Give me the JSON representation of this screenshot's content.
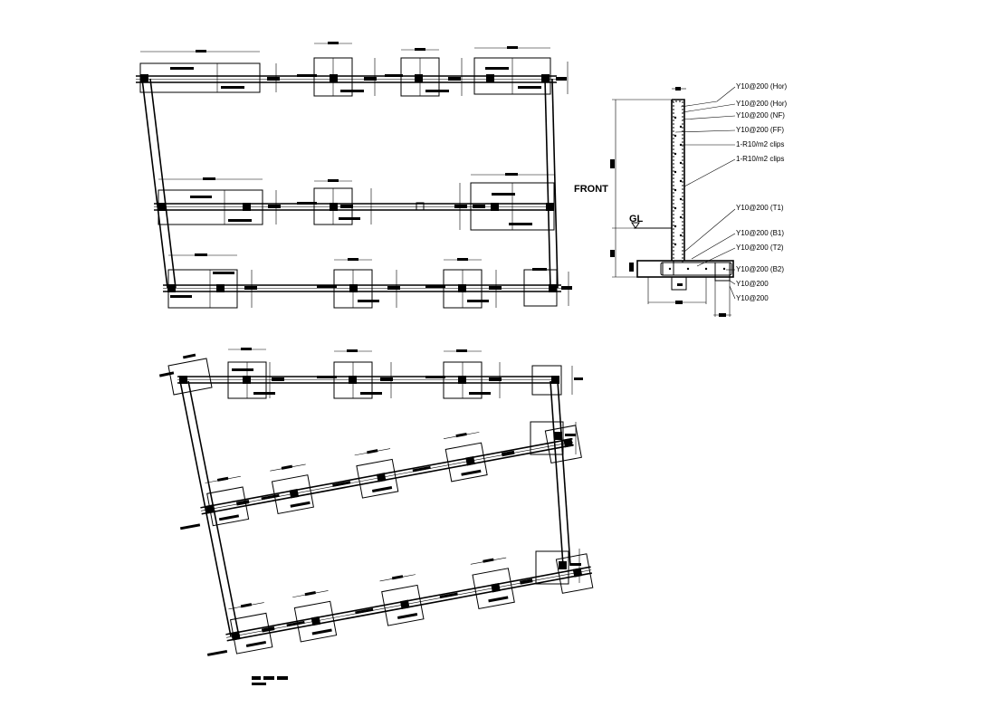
{
  "section": {
    "front_label": "FRONT",
    "gl_label": "GL",
    "rebar_callouts": [
      "Y10@200 (Hor)",
      "Y10@200 (Hor)",
      "Y10@200 (NF)",
      "Y10@200 (FF)",
      "1-R10/m2 clips",
      "1-R10/m2 clips",
      "Y10@200 (T1)",
      "Y10@200 (B1)",
      "Y10@200 (T2)",
      "Y10@200 (B2)",
      "Y10@200",
      "Y10@200"
    ]
  }
}
